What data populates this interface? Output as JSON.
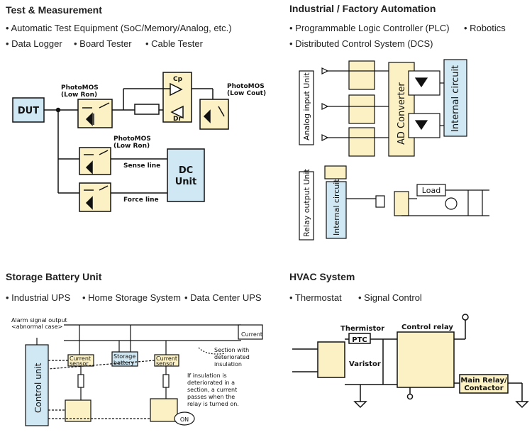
{
  "sections": {
    "test": {
      "title": "Test & Measurement",
      "bullets": [
        "• Automatic Test Equipment (SoC/Memory/Analog, etc.)",
        "• Data Logger",
        "• Board Tester",
        "• Cable Tester"
      ],
      "labels": {
        "dut": "DUT",
        "photomos_low_ron": "PhotoMOS",
        "low_ron": "(Low Ron)",
        "photomos_low_cout": "PhotoMOS",
        "low_cout": "(Low Cout)",
        "cp": "Cp",
        "dr": "Dr",
        "dc": "DC",
        "unit": "Unit",
        "sense": "Sense line",
        "force": "Force line"
      }
    },
    "factory": {
      "title": "Industrial / Factory Automation",
      "bullets": [
        "• Programmable Logic Controller (PLC)",
        "• Robotics",
        "• Distributed Control System (DCS)"
      ],
      "labels": {
        "analog_input": "Analog input Unit",
        "ad_converter": "AD Converter",
        "internal_circuit": "Internal circuit",
        "relay_output": "Relay output Unit",
        "load": "Load"
      }
    },
    "battery": {
      "title": "Storage Battery Unit",
      "bullets": [
        "• Industrial UPS",
        "• Home Storage System",
        "• Data Center UPS"
      ],
      "labels": {
        "alarm1": "Alarm signal output",
        "alarm2": "<abnormal case>",
        "current": "Current",
        "control_unit": "Control unit",
        "current_sensor": "Current",
        "sensor": "sensor",
        "storage": "Storage",
        "battery": "battery",
        "sect1": "Section with",
        "sect2": "deteriorated",
        "sect3": "insulation",
        "note1": "If insulation is",
        "note2": "deteriorated in a",
        "note3": "section, a current",
        "note4": "passes when the",
        "note5": "relay is turned on.",
        "on": "ON"
      }
    },
    "hvac": {
      "title": "HVAC System",
      "bullets": [
        "• Thermostat",
        "• Signal Control"
      ],
      "labels": {
        "thermistor": "Thermistor",
        "ptc": "PTC",
        "varistor": "Varistor",
        "control_relay": "Control relay",
        "main_relay": "Main Relay/",
        "contactor": "Contactor"
      }
    }
  },
  "colors": {
    "blue_fill": "#cfe8f3",
    "yellow_fill": "#fbf1c4",
    "line": "#111111"
  }
}
